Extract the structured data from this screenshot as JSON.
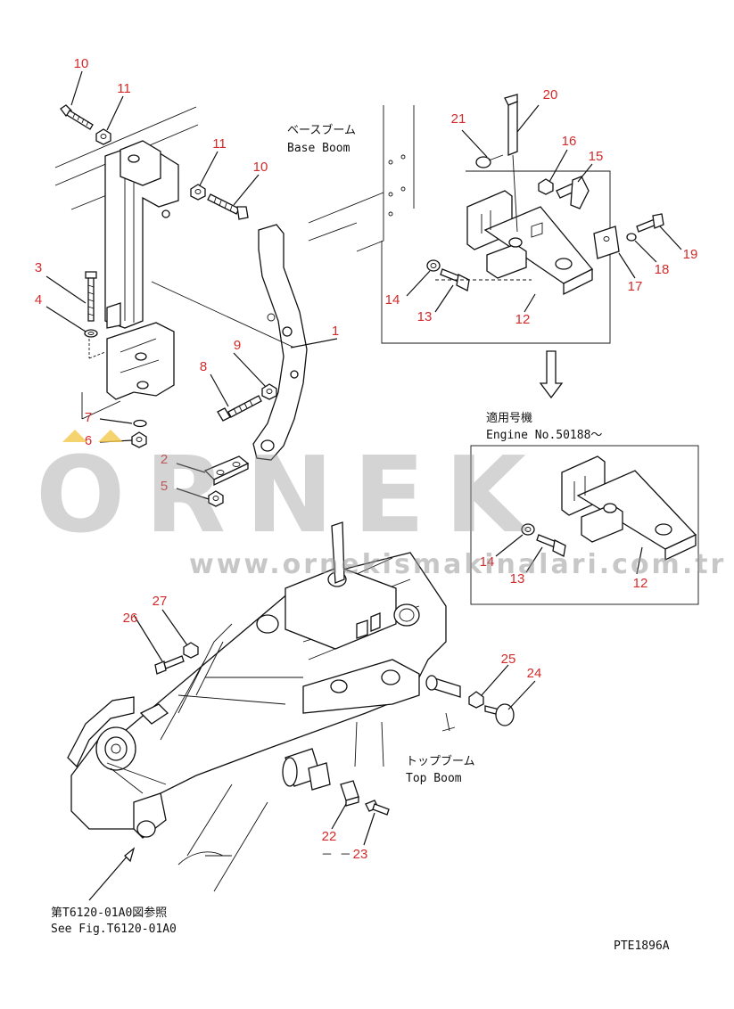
{
  "callouts": {
    "c1": "1",
    "c2": "2",
    "c3": "3",
    "c4": "4",
    "c5": "5",
    "c6": "6",
    "c7": "7",
    "c8": "8",
    "c9": "9",
    "c10a": "10",
    "c10b": "10",
    "c11a": "11",
    "c11b": "11",
    "c12a": "12",
    "c12b": "12",
    "c13a": "13",
    "c13b": "13",
    "c14a": "14",
    "c14b": "14",
    "c15": "15",
    "c16": "16",
    "c17": "17",
    "c18": "18",
    "c19": "19",
    "c20": "20",
    "c21": "21",
    "c22": "22",
    "c23": "23",
    "c24": "24",
    "c25": "25",
    "c26": "26",
    "c27": "27"
  },
  "labels": {
    "base_boom_jp": "ベースブーム",
    "base_boom_en": "Base Boom",
    "top_boom_jp": "トップブーム",
    "top_boom_en": "Top Boom",
    "applicable_jp": "適用号機",
    "applicable_en": "Engine No.50188～",
    "see_fig_jp": "第T6120-01A0図参照",
    "see_fig_en": "See Fig.T6120-01A0",
    "dash_note": "－ －",
    "drawing_code": "PTE1896A"
  },
  "watermark": {
    "brand": "ORNEK",
    "url": "www.ornekismakinalari.com.tr"
  },
  "colors": {
    "callout": "#d42a2a",
    "line": "#111111",
    "watermark": "#9a9a9a",
    "logo_accent": "#f2c84b"
  }
}
